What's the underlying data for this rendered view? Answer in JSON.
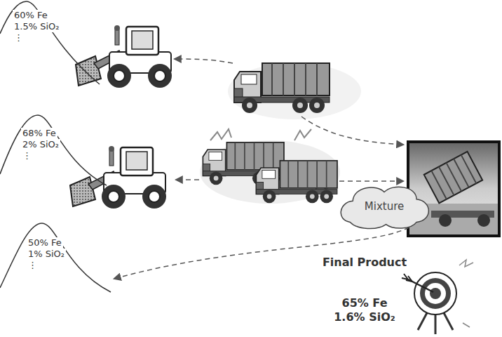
{
  "diagram": {
    "nodes": [
      {
        "text": [
          "60% Fe",
          "1.5% SiO₂",
          "⋮"
        ]
      },
      {
        "text": [
          "68% Fe",
          "2% SiO₂",
          "⋮"
        ]
      },
      {
        "text": [
          "50% Fe",
          "1% SiO₂",
          "⋮"
        ]
      },
      {
        "text": [
          "Mixture"
        ]
      }
    ],
    "edges": [
      {
        "from": 3,
        "to": 2,
        "arrow": "to"
      }
    ],
    "labels": [
      "Final Product",
      "65% Fe",
      "1.6% SiO₂"
    ]
  }
}
